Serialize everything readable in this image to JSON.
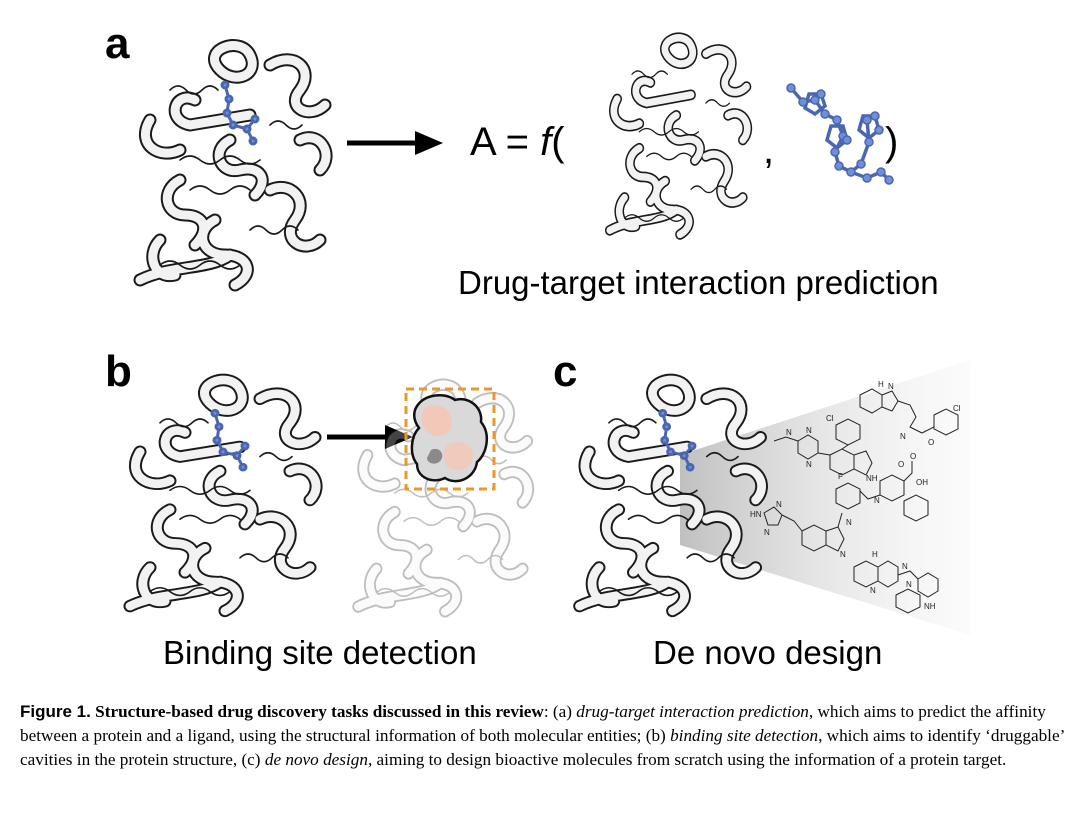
{
  "panels": {
    "a": {
      "letter": "a",
      "equation_lhs": "A = ",
      "equation_fn": "f",
      "equation_open": "(",
      "equation_comma": ",",
      "equation_close": ")",
      "label": "Drug-target interaction prediction"
    },
    "b": {
      "letter": "b",
      "label": "Binding site detection"
    },
    "c": {
      "letter": "c",
      "label": "De novo design",
      "molecule_atom_labels": [
        "Cl",
        "N",
        "N",
        "O",
        "N",
        "Cl",
        "N",
        "N",
        "NH",
        "O",
        "H",
        "O",
        "OH",
        "N",
        "F",
        "HN",
        "N",
        "N",
        "N",
        "N",
        "H",
        "N",
        "N",
        "N",
        "NH"
      ]
    }
  },
  "caption": {
    "figure_label": "Figure 1.",
    "title": "Structure-based drug discovery tasks discussed in this review",
    "part_a_prefix": ": (a) ",
    "part_a_term": "drug-target interaction prediction",
    "part_a_text": ", which aims to predict the affinity between a protein and a ligand, using the structural information of both molecular entities; (b) ",
    "part_b_term": "binding site detection",
    "part_b_text": ", which aims to identify ‘druggable’ cavities in the protein structure, (c) ",
    "part_c_term": "de novo design",
    "part_c_text": ", aiming to design bioactive molecules from scratch using the information of a protein target."
  },
  "colors": {
    "ligand": "#6f8fd8",
    "helix_fill": "#f2f2f2",
    "helix_stroke": "#1a1a1a",
    "pocket_box": "#e59a2e",
    "pocket_tint": "#f4c7b4"
  }
}
